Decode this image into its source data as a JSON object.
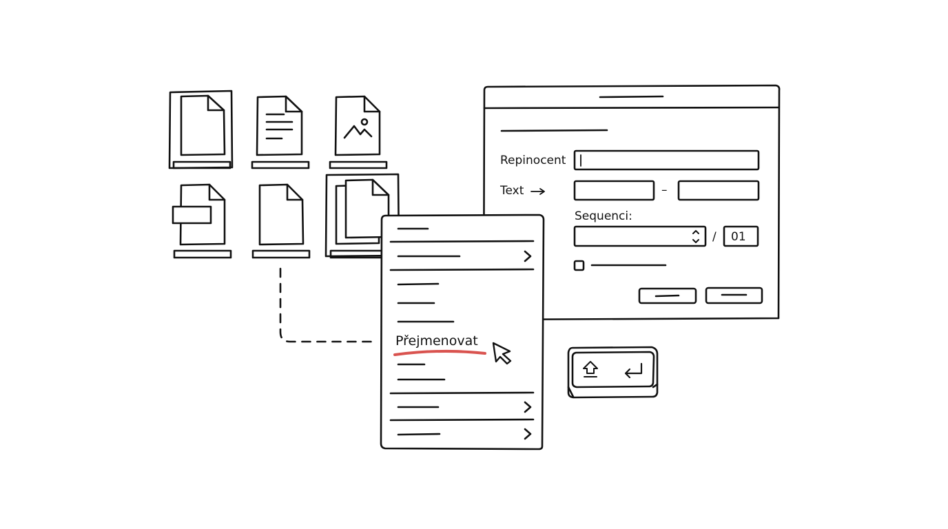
{
  "dialog": {
    "field_label": "Repinocent",
    "text_label": "Text",
    "range_separator": "–",
    "sequence_label": "Sequenci:",
    "sequence_slash": "/",
    "sequence_start": "01"
  },
  "context_menu": {
    "highlighted_item": "Přejmenovat"
  },
  "colors": {
    "ink": "#111111",
    "highlight_underline": "#d9534f",
    "background": "#ffffff"
  },
  "icons": [
    "blank-file-icon",
    "text-file-icon",
    "image-file-icon",
    "folder-file-icon",
    "stacked-files-icon",
    "chevron-right-icon",
    "cursor-icon",
    "shift-icon",
    "enter-icon",
    "spinner-icon",
    "checkbox-icon"
  ]
}
